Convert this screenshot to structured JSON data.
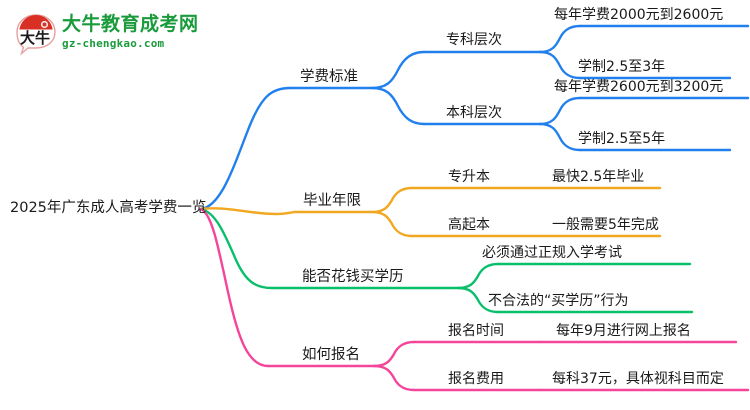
{
  "logo": {
    "mark_text": "大牛",
    "title": "大牛教育成考网",
    "subtitle": "gz-chengkao.com",
    "brand_color": "#199b3c",
    "mark_color": "#d93025",
    "icon": "speech-bubble-logo-icon"
  },
  "mindmap": {
    "root": {
      "label": "2025年广东成人高考学费一览"
    },
    "colors": {
      "branch_1": "#2280ee",
      "branch_2": "#f2a720",
      "branch_3": "#0abf6c",
      "branch_4": "#f5459a"
    },
    "branches": [
      {
        "label": "学费标准",
        "color": "#2280ee",
        "children": [
          {
            "label": "专科层次",
            "leaves": [
              {
                "label": "每年学费2000元到2600元"
              },
              {
                "label": "学制2.5至3年"
              }
            ]
          },
          {
            "label": "本科层次",
            "leaves": [
              {
                "label": "每年学费2600元到3200元"
              },
              {
                "label": "学制2.5至5年"
              }
            ]
          }
        ]
      },
      {
        "label": "毕业年限",
        "color": "#f2a720",
        "children": [
          {
            "label": "专升本",
            "leaves": [
              {
                "label": "最快2.5年毕业"
              }
            ]
          },
          {
            "label": "高起本",
            "leaves": [
              {
                "label": "一般需要5年完成"
              }
            ]
          }
        ]
      },
      {
        "label": "能否花钱买学历",
        "color": "#0abf6c",
        "children": [
          {
            "label": "",
            "leaves": [
              {
                "label": "必须通过正规入学考试"
              },
              {
                "label": "不合法的“买学历”行为"
              }
            ]
          }
        ]
      },
      {
        "label": "如何报名",
        "color": "#f5459a",
        "children": [
          {
            "label": "报名时间",
            "leaves": [
              {
                "label": "每年9月进行网上报名"
              }
            ]
          },
          {
            "label": "报名费用",
            "leaves": [
              {
                "label": "每科37元，具体视科目而定"
              }
            ]
          }
        ]
      }
    ]
  }
}
